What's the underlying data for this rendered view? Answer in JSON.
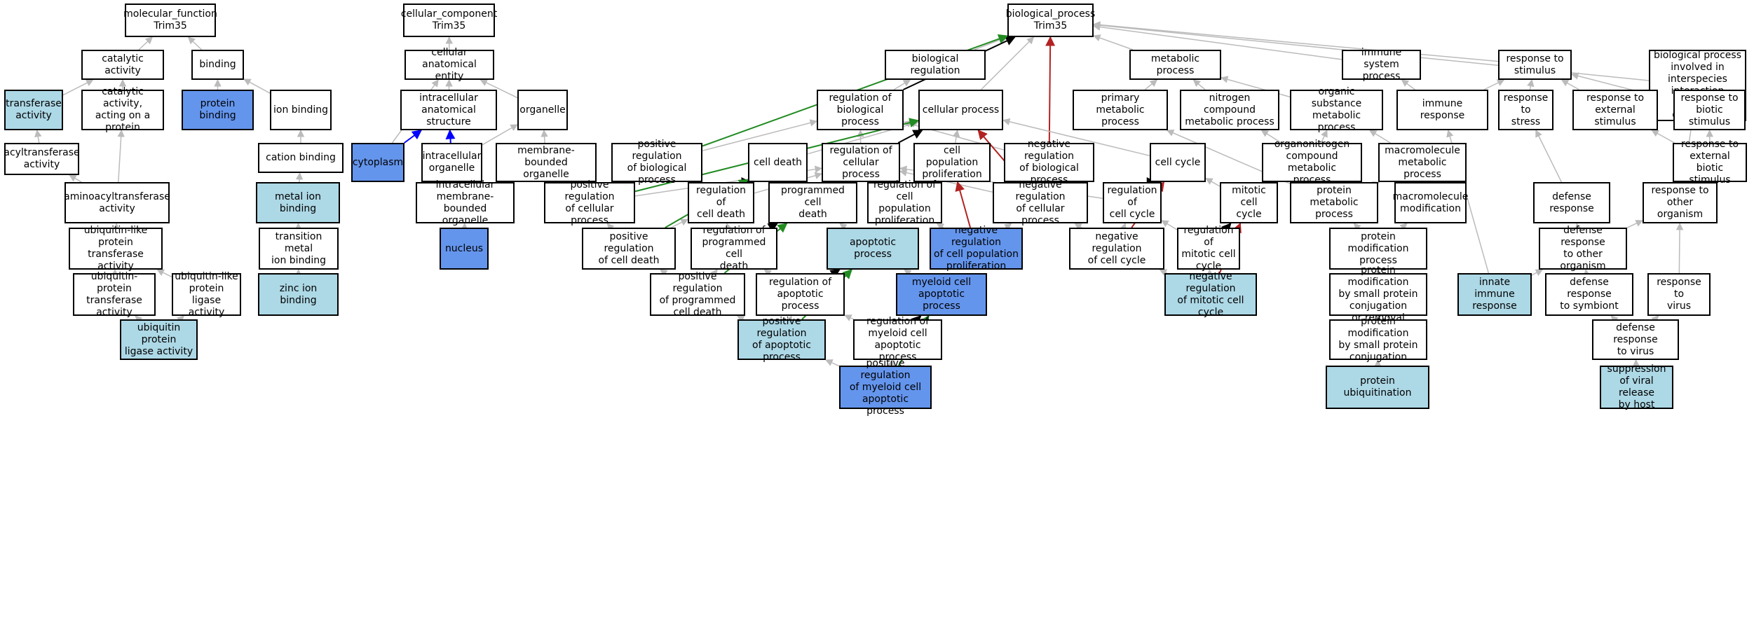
{
  "colors": {
    "white": "#ffffff",
    "light": "#add8e6",
    "medium": "#6495ed",
    "gray": "#bbbbbb",
    "black": "#000000",
    "red": "#b22222",
    "green": "#228b22",
    "blue": "#0000ff"
  },
  "nodes": {
    "mf": {
      "label": "molecular_function\nTrim35",
      "fill": "white"
    },
    "cat": {
      "label": "catalytic activity",
      "fill": "white"
    },
    "bind": {
      "label": "binding",
      "fill": "white"
    },
    "trans": {
      "label": "transferase\nactivity",
      "fill": "light"
    },
    "catprot": {
      "label": "catalytic activity,\nacting on a\nprotein",
      "fill": "white"
    },
    "protbind": {
      "label": "protein binding",
      "fill": "medium"
    },
    "ionbind": {
      "label": "ion binding",
      "fill": "white"
    },
    "acyl": {
      "label": "acyltransferase\nactivity",
      "fill": "white"
    },
    "cation": {
      "label": "cation binding",
      "fill": "white"
    },
    "amino": {
      "label": "aminoacyltransferase\nactivity",
      "fill": "white"
    },
    "metal": {
      "label": "metal ion binding",
      "fill": "light"
    },
    "ubl": {
      "label": "ubiquitin-like\nprotein transferase\nactivity",
      "fill": "white"
    },
    "trmetal": {
      "label": "transition metal\nion binding",
      "fill": "white"
    },
    "ubpt": {
      "label": "ubiquitin-protein\ntransferase\nactivity",
      "fill": "white"
    },
    "ublig": {
      "label": "ubiquitin-like\nprotein ligase\nactivity",
      "fill": "white"
    },
    "zinc": {
      "label": "zinc ion binding",
      "fill": "light"
    },
    "ubpl": {
      "label": "ubiquitin protein\nligase activity",
      "fill": "light"
    },
    "cc": {
      "label": "cellular_component\nTrim35",
      "fill": "white"
    },
    "cae": {
      "label": "cellular anatomical\nentity",
      "fill": "white"
    },
    "ias": {
      "label": "intracellular\nanatomical structure",
      "fill": "white"
    },
    "org": {
      "label": "organelle",
      "fill": "white"
    },
    "cyto": {
      "label": "cytoplasm",
      "fill": "medium"
    },
    "io": {
      "label": "intracellular\norganelle",
      "fill": "white"
    },
    "mbo": {
      "label": "membrane-bounded\norganelle",
      "fill": "white"
    },
    "imbo": {
      "label": "intracellular\nmembrane-bounded\norganelle",
      "fill": "white"
    },
    "nuc": {
      "label": "nucleus",
      "fill": "medium"
    },
    "bp": {
      "label": "biological_process\nTrim35",
      "fill": "white"
    },
    "breg": {
      "label": "biological regulation",
      "fill": "white"
    },
    "metab": {
      "label": "metabolic process",
      "fill": "white"
    },
    "immsys": {
      "label": "immune system\nprocess",
      "fill": "white"
    },
    "resp": {
      "label": "response to\nstimulus",
      "fill": "white"
    },
    "inter": {
      "label": "biological process\ninvolved in\ninterspecies\ninteraction\nbetween organisms",
      "fill": "white"
    },
    "rbp": {
      "label": "regulation of\nbiological process",
      "fill": "white"
    },
    "cellp": {
      "label": "cellular process",
      "fill": "white"
    },
    "primet": {
      "label": "primary metabolic\nprocess",
      "fill": "white"
    },
    "nitro": {
      "label": "nitrogen compound\nmetabolic process",
      "fill": "white"
    },
    "osm": {
      "label": "organic substance\nmetabolic process",
      "fill": "white"
    },
    "immresp": {
      "label": "immune response",
      "fill": "white"
    },
    "rstress": {
      "label": "response to\nstress",
      "fill": "white"
    },
    "rext": {
      "label": "response to\nexternal stimulus",
      "fill": "white"
    },
    "rbiot": {
      "label": "response to\nbiotic stimulus",
      "fill": "white"
    },
    "prbp": {
      "label": "positive regulation\nof biological\nprocess",
      "fill": "white"
    },
    "cdeath": {
      "label": "cell death",
      "fill": "white"
    },
    "rcp": {
      "label": "regulation of\ncellular process",
      "fill": "white"
    },
    "cpp": {
      "label": "cell population\nproliferation",
      "fill": "white"
    },
    "nrbp": {
      "label": "negative regulation\nof biological\nprocess",
      "fill": "white"
    },
    "ccycle": {
      "label": "cell cycle",
      "fill": "white"
    },
    "onmp": {
      "label": "organonitrogen\ncompound metabolic\nprocess",
      "fill": "white"
    },
    "macmet": {
      "label": "macromolecule\nmetabolic process",
      "fill": "white"
    },
    "rebs": {
      "label": "response to\nexternal biotic\nstimulus",
      "fill": "white"
    },
    "prcp": {
      "label": "positive regulation\nof cellular\nprocess",
      "fill": "white"
    },
    "rcd": {
      "label": "regulation of\ncell death",
      "fill": "white"
    },
    "pcd": {
      "label": "programmed cell\ndeath",
      "fill": "white"
    },
    "rcpp": {
      "label": "regulation of\ncell population\nproliferation",
      "fill": "white"
    },
    "nrcp": {
      "label": "negative regulation\nof cellular\nprocess",
      "fill": "white"
    },
    "rcc": {
      "label": "regulation of\ncell cycle",
      "fill": "white"
    },
    "mcc": {
      "label": "mitotic cell\ncycle",
      "fill": "white"
    },
    "protmet": {
      "label": "protein metabolic\nprocess",
      "fill": "white"
    },
    "macmod": {
      "label": "macromolecule\nmodification",
      "fill": "white"
    },
    "defresp": {
      "label": "defense response",
      "fill": "white"
    },
    "rorg": {
      "label": "response to\nother organism",
      "fill": "white"
    },
    "prcd": {
      "label": "positive regulation\nof cell death",
      "fill": "white"
    },
    "rpcd": {
      "label": "regulation of\nprogrammed cell\ndeath",
      "fill": "white"
    },
    "apop": {
      "label": "apoptotic process",
      "fill": "light"
    },
    "nrcpp": {
      "label": "negative regulation\nof cell population\nproliferation",
      "fill": "medium"
    },
    "nrcc": {
      "label": "negative regulation\nof cell cycle",
      "fill": "white"
    },
    "rmcc": {
      "label": "regulation of\nmitotic cell\ncycle",
      "fill": "white"
    },
    "pmp": {
      "label": "protein modification\nprocess",
      "fill": "white"
    },
    "dro": {
      "label": "defense response\nto other organism",
      "fill": "white"
    },
    "prpcd": {
      "label": "positive regulation\nof programmed\ncell death",
      "fill": "white"
    },
    "rap": {
      "label": "regulation of\napoptotic process",
      "fill": "white"
    },
    "mcap": {
      "label": "myeloid cell\napoptotic process",
      "fill": "medium"
    },
    "nrmcc": {
      "label": "negative regulation\nof mitotic cell\ncycle",
      "fill": "light"
    },
    "pmsp": {
      "label": "protein modification\nby small protein\nconjugation\nor removal",
      "fill": "white"
    },
    "innate": {
      "label": "innate immune\nresponse",
      "fill": "light"
    },
    "dsym": {
      "label": "defense response\nto symbiont",
      "fill": "white"
    },
    "rvirus": {
      "label": "response to\nvirus",
      "fill": "white"
    },
    "prap": {
      "label": "positive regulation\nof apoptotic\nprocess",
      "fill": "light"
    },
    "rmcap": {
      "label": "regulation of\nmyeloid cell\napoptotic process",
      "fill": "white"
    },
    "pmspc": {
      "label": "protein modification\nby small protein\nconjugation",
      "fill": "white"
    },
    "dvirus": {
      "label": "defense response\nto virus",
      "fill": "white"
    },
    "prmcap": {
      "label": "positive regulation\nof myeloid cell\napoptotic process",
      "fill": "medium"
    },
    "ubiq": {
      "label": "protein ubiquitination",
      "fill": "light"
    },
    "supp": {
      "label": "suppression\nof viral release\nby host",
      "fill": "light"
    }
  },
  "edges": [
    [
      "cat",
      "mf",
      "gray"
    ],
    [
      "bind",
      "mf",
      "gray"
    ],
    [
      "trans",
      "cat",
      "gray"
    ],
    [
      "catprot",
      "cat",
      "gray"
    ],
    [
      "protbind",
      "bind",
      "gray"
    ],
    [
      "ionbind",
      "bind",
      "gray"
    ],
    [
      "acyl",
      "trans",
      "gray"
    ],
    [
      "cation",
      "ionbind",
      "gray"
    ],
    [
      "amino",
      "acyl",
      "gray"
    ],
    [
      "amino",
      "catprot",
      "gray"
    ],
    [
      "metal",
      "cation",
      "gray"
    ],
    [
      "ubl",
      "amino",
      "gray"
    ],
    [
      "trmetal",
      "metal",
      "gray"
    ],
    [
      "ubpt",
      "ubl",
      "gray"
    ],
    [
      "ublig",
      "ubl",
      "gray"
    ],
    [
      "zinc",
      "trmetal",
      "gray"
    ],
    [
      "ubpl",
      "ubpt",
      "gray"
    ],
    [
      "ubpl",
      "ublig",
      "gray"
    ],
    [
      "cae",
      "cc",
      "gray"
    ],
    [
      "ias",
      "cae",
      "gray"
    ],
    [
      "org",
      "cae",
      "gray"
    ],
    [
      "cyto",
      "cae",
      "gray"
    ],
    [
      "cyto",
      "ias",
      "blue"
    ],
    [
      "io",
      "ias",
      "blue"
    ],
    [
      "io",
      "org",
      "gray"
    ],
    [
      "mbo",
      "org",
      "gray"
    ],
    [
      "imbo",
      "io",
      "gray"
    ],
    [
      "imbo",
      "mbo",
      "gray"
    ],
    [
      "nuc",
      "imbo",
      "gray"
    ],
    [
      "breg",
      "bp",
      "gray"
    ],
    [
      "metab",
      "bp",
      "gray"
    ],
    [
      "immsys",
      "bp",
      "gray"
    ],
    [
      "resp",
      "bp",
      "gray"
    ],
    [
      "inter",
      "bp",
      "gray"
    ],
    [
      "rbp",
      "breg",
      "gray"
    ],
    [
      "rbp",
      "bp",
      "black"
    ],
    [
      "cellp",
      "bp",
      "gray"
    ],
    [
      "primet",
      "metab",
      "gray"
    ],
    [
      "nitro",
      "metab",
      "gray"
    ],
    [
      "osm",
      "metab",
      "gray"
    ],
    [
      "immresp",
      "immsys",
      "gray"
    ],
    [
      "immresp",
      "resp",
      "gray"
    ],
    [
      "rstress",
      "resp",
      "gray"
    ],
    [
      "rext",
      "resp",
      "gray"
    ],
    [
      "rbiot",
      "resp",
      "gray"
    ],
    [
      "prbp",
      "rbp",
      "gray"
    ],
    [
      "prbp",
      "bp",
      "green"
    ],
    [
      "cdeath",
      "cellp",
      "gray"
    ],
    [
      "rcp",
      "rbp",
      "gray"
    ],
    [
      "rcp",
      "cellp",
      "black"
    ],
    [
      "cpp",
      "cellp",
      "gray"
    ],
    [
      "nrbp",
      "rbp",
      "gray"
    ],
    [
      "nrbp",
      "bp",
      "red"
    ],
    [
      "ccycle",
      "cellp",
      "gray"
    ],
    [
      "onmp",
      "nitro",
      "gray"
    ],
    [
      "onmp",
      "osm",
      "gray"
    ],
    [
      "macmet",
      "osm",
      "gray"
    ],
    [
      "rebs",
      "rext",
      "gray"
    ],
    [
      "rebs",
      "rbiot",
      "gray"
    ],
    [
      "prcp",
      "prbp",
      "gray"
    ],
    [
      "prcp",
      "rcp",
      "gray"
    ],
    [
      "prcp",
      "cellp",
      "green"
    ],
    [
      "rcd",
      "cdeath",
      "black"
    ],
    [
      "rcd",
      "rcp",
      "gray"
    ],
    [
      "pcd",
      "cdeath",
      "gray"
    ],
    [
      "rcpp",
      "cpp",
      "black"
    ],
    [
      "rcpp",
      "rcp",
      "gray"
    ],
    [
      "nrcp",
      "nrbp",
      "gray"
    ],
    [
      "nrcp",
      "rcp",
      "gray"
    ],
    [
      "nrcp",
      "cellp",
      "red"
    ],
    [
      "rcc",
      "ccycle",
      "black"
    ],
    [
      "rcc",
      "rcp",
      "gray"
    ],
    [
      "mcc",
      "ccycle",
      "gray"
    ],
    [
      "protmet",
      "primet",
      "gray"
    ],
    [
      "protmet",
      "onmp",
      "gray"
    ],
    [
      "protmet",
      "macmet",
      "gray"
    ],
    [
      "macmod",
      "macmet",
      "gray"
    ],
    [
      "defresp",
      "rstress",
      "gray"
    ],
    [
      "rorg",
      "rebs",
      "gray"
    ],
    [
      "rorg",
      "inter",
      "gray"
    ],
    [
      "prcd",
      "prcp",
      "gray"
    ],
    [
      "prcd",
      "rcd",
      "gray"
    ],
    [
      "prcd",
      "cdeath",
      "green"
    ],
    [
      "rpcd",
      "rcd",
      "gray"
    ],
    [
      "rpcd",
      "pcd",
      "black"
    ],
    [
      "apop",
      "pcd",
      "gray"
    ],
    [
      "nrcpp",
      "rcpp",
      "gray"
    ],
    [
      "nrcpp",
      "nrcp",
      "gray"
    ],
    [
      "nrcpp",
      "cpp",
      "red"
    ],
    [
      "nrcc",
      "nrcp",
      "gray"
    ],
    [
      "nrcc",
      "rcc",
      "gray"
    ],
    [
      "nrcc",
      "ccycle",
      "red"
    ],
    [
      "rmcc",
      "rcc",
      "gray"
    ],
    [
      "rmcc",
      "mcc",
      "black"
    ],
    [
      "pmp",
      "protmet",
      "gray"
    ],
    [
      "pmp",
      "macmod",
      "gray"
    ],
    [
      "dro",
      "defresp",
      "gray"
    ],
    [
      "dro",
      "rorg",
      "gray"
    ],
    [
      "prpcd",
      "prcd",
      "gray"
    ],
    [
      "prpcd",
      "rpcd",
      "gray"
    ],
    [
      "prpcd",
      "pcd",
      "green"
    ],
    [
      "rap",
      "rpcd",
      "gray"
    ],
    [
      "rap",
      "apop",
      "black"
    ],
    [
      "mcap",
      "apop",
      "gray"
    ],
    [
      "nrmcc",
      "nrcc",
      "gray"
    ],
    [
      "nrmcc",
      "rmcc",
      "gray"
    ],
    [
      "nrmcc",
      "mcc",
      "red"
    ],
    [
      "pmsp",
      "pmp",
      "gray"
    ],
    [
      "innate",
      "immresp",
      "gray"
    ],
    [
      "innate",
      "dro",
      "gray"
    ],
    [
      "dsym",
      "dro",
      "gray"
    ],
    [
      "rvirus",
      "rorg",
      "gray"
    ],
    [
      "prap",
      "prpcd",
      "gray"
    ],
    [
      "prap",
      "rap",
      "gray"
    ],
    [
      "prap",
      "apop",
      "green"
    ],
    [
      "rmcap",
      "rap",
      "gray"
    ],
    [
      "rmcap",
      "mcap",
      "black"
    ],
    [
      "pmspc",
      "pmsp",
      "gray"
    ],
    [
      "dvirus",
      "dsym",
      "gray"
    ],
    [
      "dvirus",
      "rvirus",
      "gray"
    ],
    [
      "prmcap",
      "prap",
      "gray"
    ],
    [
      "prmcap",
      "rmcap",
      "gray"
    ],
    [
      "prmcap",
      "mcap",
      "green"
    ],
    [
      "ubiq",
      "pmspc",
      "gray"
    ],
    [
      "supp",
      "dvirus",
      "gray"
    ]
  ]
}
